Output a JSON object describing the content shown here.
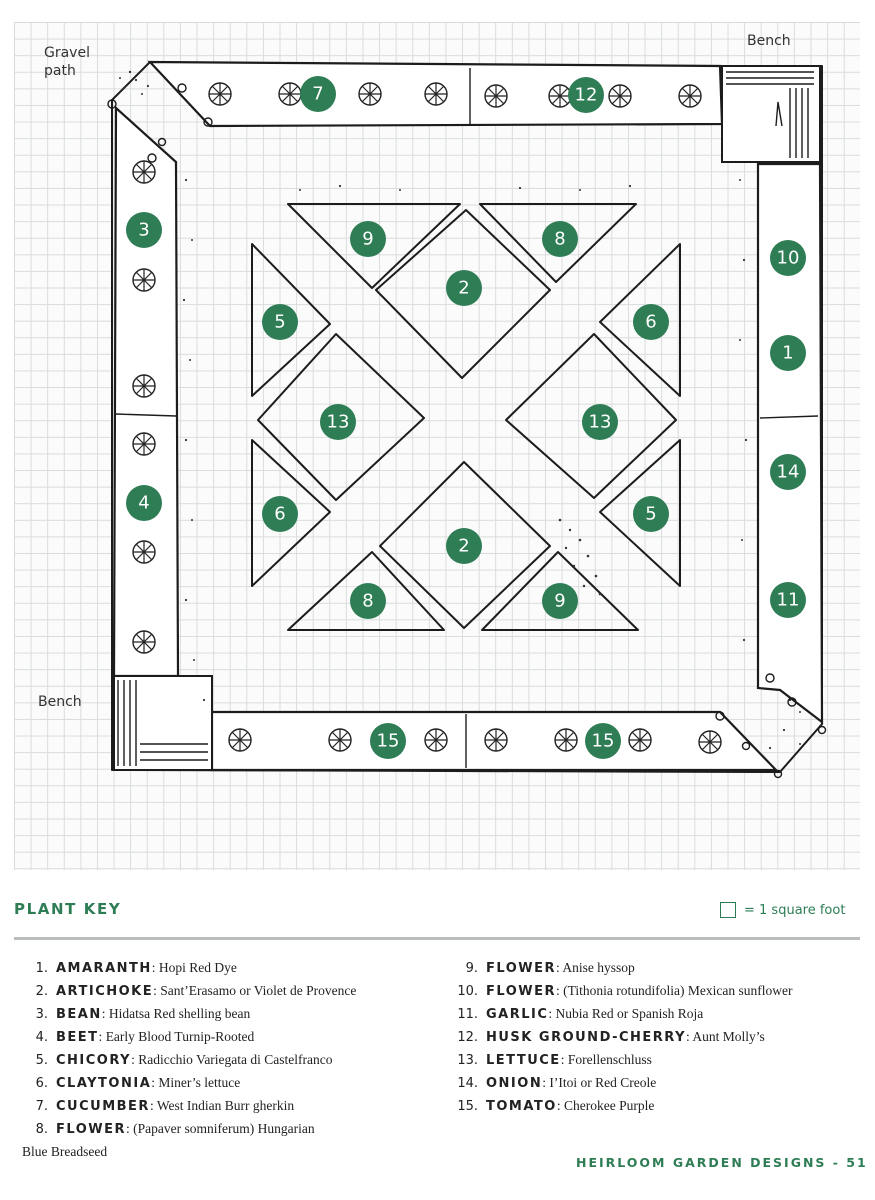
{
  "labels": {
    "gravel_path": "Gravel path",
    "bench_top": "Bench",
    "bench_left": "Bench"
  },
  "plan_numbers": {
    "top_border": [
      "7",
      "12"
    ],
    "left_border": [
      "3",
      "4"
    ],
    "right_border": [
      "10",
      "1",
      "14",
      "11"
    ],
    "bottom_border": [
      "15",
      "15"
    ],
    "center": [
      "9",
      "8",
      "2",
      "5",
      "6",
      "13",
      "13",
      "6",
      "5",
      "2",
      "8",
      "9"
    ]
  },
  "key": {
    "title": "PLANT KEY",
    "square_legend": "= 1 square foot",
    "items": [
      {
        "num": "1.",
        "name": "AMARANTH",
        "variety": "Hopi Red Dye"
      },
      {
        "num": "2.",
        "name": "ARTICHOKE",
        "variety": "Sant’Erasamo or Violet de Provence"
      },
      {
        "num": "3.",
        "name": "BEAN",
        "variety": "Hidatsa Red shelling bean"
      },
      {
        "num": "4.",
        "name": "BEET",
        "variety": "Early Blood Turnip-Rooted"
      },
      {
        "num": "5.",
        "name": "CHICORY",
        "variety": "Radicchio Variegata di Castelfranco"
      },
      {
        "num": "6.",
        "name": "CLAYTONIA",
        "variety": "Miner’s lettuce"
      },
      {
        "num": "7.",
        "name": "CUCUMBER",
        "variety": "West Indian Burr gherkin"
      },
      {
        "num": "8.",
        "name": "FLOWER",
        "variety": "(Papaver somniferum) Hungarian",
        "continuation": "Blue Breadseed"
      },
      {
        "num": "9.",
        "name": "FLOWER",
        "variety": "Anise hyssop"
      },
      {
        "num": "10.",
        "name": "FLOWER",
        "variety": "(Tithonia rotundifolia) Mexican sunflower"
      },
      {
        "num": "11.",
        "name": "GARLIC",
        "variety": "Nubia Red or Spanish Roja"
      },
      {
        "num": "12.",
        "name": "HUSK GROUND-CHERRY",
        "variety": "Aunt Molly’s"
      },
      {
        "num": "13.",
        "name": "LETTUCE",
        "variety": "Forellenschluss"
      },
      {
        "num": "14.",
        "name": "ONION",
        "variety": "I’Itoi or Red Creole"
      },
      {
        "num": "15.",
        "name": "TOMATO",
        "variety": "Cherokee Purple"
      }
    ]
  },
  "footer": "HEIRLOOM GARDEN DESIGNS - 51",
  "colors": {
    "accent": "#2e7d55"
  }
}
